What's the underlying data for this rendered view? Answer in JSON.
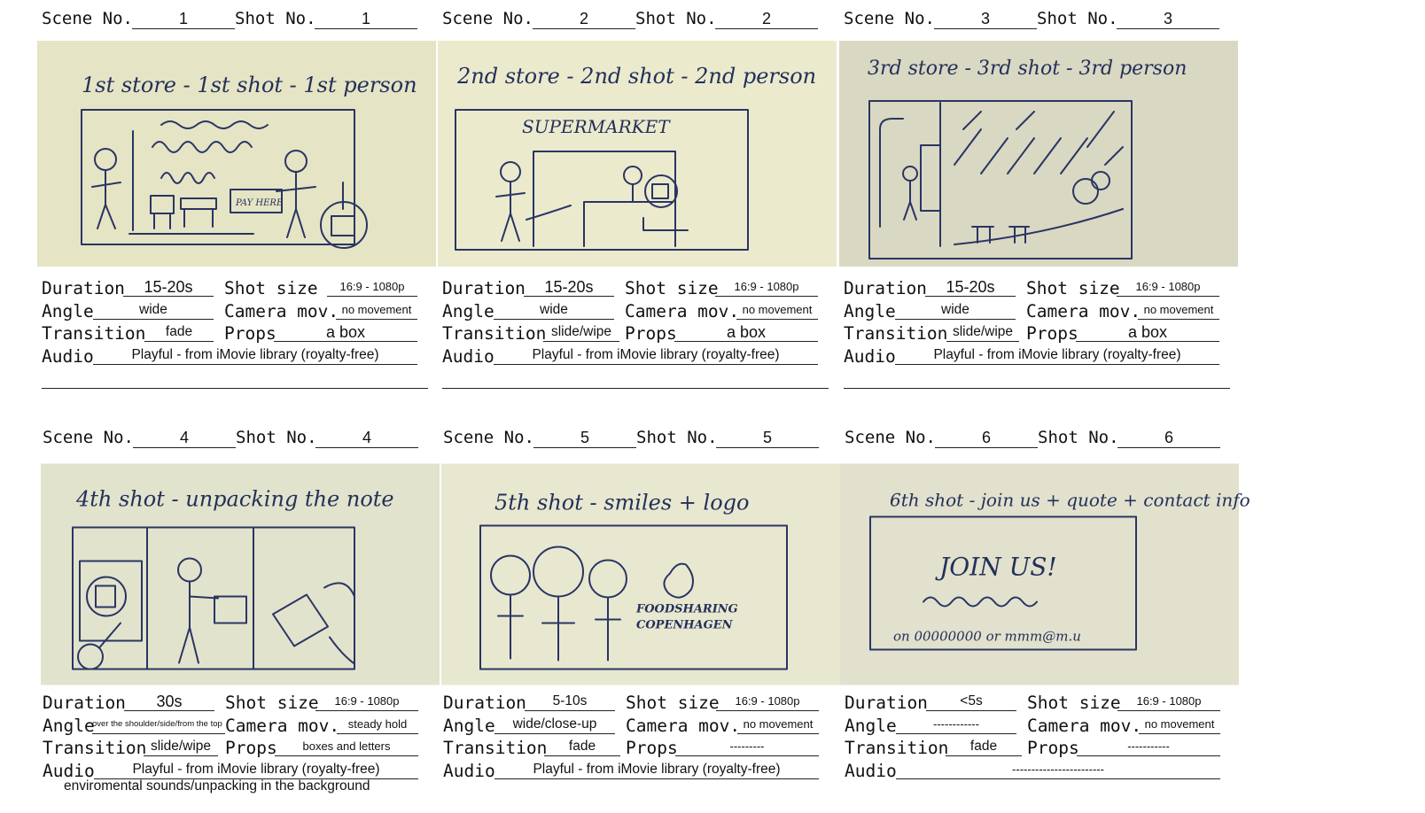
{
  "labels": {
    "scene": "Scene No.",
    "shot": "Shot No.",
    "duration": "Duration",
    "shot_size": "Shot size",
    "angle": "Angle",
    "camera": "Camera mov.",
    "transition": "Transition",
    "props": "Props",
    "audio": "Audio"
  },
  "panels": [
    {
      "scene": "1",
      "shot": "1",
      "caption": "1st store - 1st shot - 1st person",
      "sign": "PAY HERE",
      "duration": "15-20s",
      "shot_size": "16:9 - 1080p",
      "angle": "wide",
      "camera": "no movement",
      "transition": "fade",
      "props": "a box",
      "audio": "Playful - from iMovie library (royalty-free)"
    },
    {
      "scene": "2",
      "shot": "2",
      "caption": "2nd store - 2nd shot - 2nd person",
      "sign": "SUPERMARKET",
      "duration": "15-20s",
      "shot_size": "16:9 - 1080p",
      "angle": "wide",
      "camera": "no movement",
      "transition": "slide/wipe",
      "props": "a box",
      "audio": "Playful - from iMovie library (royalty-free)"
    },
    {
      "scene": "3",
      "shot": "3",
      "caption": "3rd store - 3rd shot - 3rd person",
      "duration": "15-20s",
      "shot_size": "16:9 - 1080p",
      "angle": "wide",
      "camera": "no movement",
      "transition": "slide/wipe",
      "props": "a box",
      "audio": "Playful - from iMovie library (royalty-free)"
    },
    {
      "scene": "4",
      "shot": "4",
      "caption": "4th shot - unpacking the note",
      "duration": "30s",
      "shot_size": "16:9 - 1080p",
      "angle": "over the shoulder/side/from the top",
      "camera": "steady hold",
      "transition": "slide/wipe",
      "props": "boxes and letters",
      "audio": "Playful - from iMovie library (royalty-free)",
      "audio_extra": "enviromental sounds/unpacking in the background"
    },
    {
      "scene": "5",
      "shot": "5",
      "caption": "5th shot - smiles + logo",
      "logo_line1": "FOODSHARING",
      "logo_line2": "COPENHAGEN",
      "duration": "5-10s",
      "shot_size": "16:9 - 1080p",
      "angle": "wide/close-up",
      "camera": "no movement",
      "transition": "fade",
      "props": "---------",
      "audio": "Playful - from iMovie library (royalty-free)"
    },
    {
      "scene": "6",
      "shot": "6",
      "caption": "6th shot - join us + quote + contact info",
      "join": "JOIN US!",
      "contact": "on 00000000 or mmm@m.u",
      "duration": "<5s",
      "shot_size": "16:9 - 1080p",
      "angle": "------------",
      "camera": "no movement",
      "transition": "fade",
      "props": "-----------",
      "audio": "------------------------"
    }
  ],
  "colors": {
    "paper": "#e7e6c8",
    "paper_shadow": "#d6d4b0",
    "ink": "#2a3563",
    "text": "#111111"
  }
}
